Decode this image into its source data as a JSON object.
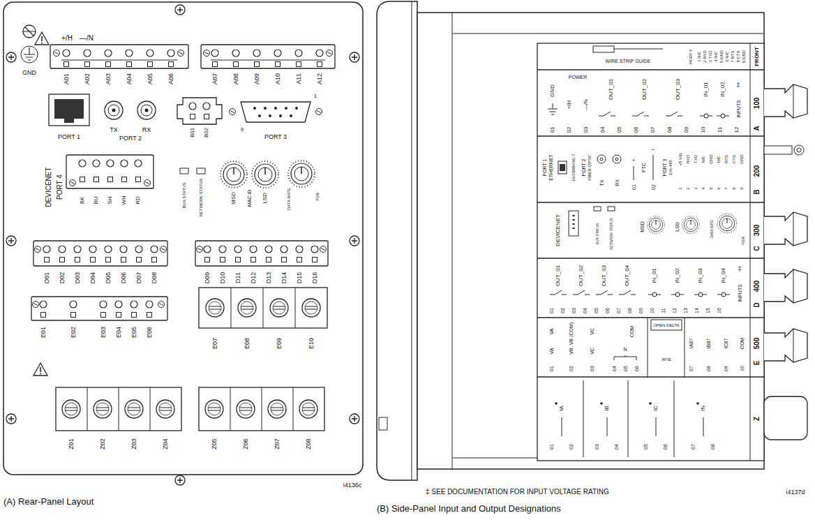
{
  "diagram": {
    "labels": [
      "+/H",
      "—/N",
      "GND",
      "A01",
      "A02",
      "A03",
      "A04",
      "A05",
      "A06",
      "A07",
      "A08",
      "A09",
      "A10",
      "A11",
      "A12",
      "PORT 1",
      "TX",
      "RX",
      "PORT 2",
      "B01",
      "B02",
      "9",
      "1",
      "PORT 3",
      "DEVICENET",
      "PORT 4",
      "BK",
      "BU",
      "SH",
      "WH",
      "RD",
      "BUS STATUS",
      "NETWORK STATUS",
      "MSD",
      "MAC ID",
      "LSD",
      "DATA RATE",
      "PGM",
      "D01",
      "D02",
      "D03",
      "D04",
      "D05",
      "D06",
      "D07",
      "D08",
      "D09",
      "D10",
      "D11",
      "D12",
      "D13",
      "D14",
      "D15",
      "D16",
      "E01",
      "E02",
      "E03",
      "E04",
      "E05",
      "E06",
      "E07",
      "E08",
      "E09",
      "E10",
      "Z01",
      "Z02",
      "Z03",
      "Z04",
      "Z05",
      "Z06",
      "Z07",
      "Z08",
      "i4136c",
      "(A) Rear-Panel Layout",
      "FRONT",
      "100",
      "A",
      "200",
      "B",
      "300",
      "C",
      "400",
      "D",
      "500",
      "E",
      "Z",
      "WIRE STRIP GUIDE",
      "PORT F",
      "1 N/C",
      "2 RXD",
      "3 TXD",
      "4 N/C",
      "5 GND",
      "6 N/C",
      "7 RTS",
      "8 CTS",
      "9 GND",
      "GND",
      "POWER",
      "+/H",
      "—/N",
      "OUT_01",
      "OUT_02",
      "OUT_03",
      "IN_01",
      "IN_02",
      "‡",
      "INPUTS",
      "01",
      "02",
      "03",
      "04",
      "05",
      "06",
      "07",
      "08",
      "09",
      "10",
      "11",
      "12",
      "PORT 1",
      "ETHERNET",
      "10/100BASE-T",
      "PORT 2",
      "FIBER OPTIC",
      "TX",
      "RX",
      "+",
      "PTC",
      "01",
      "02",
      "−",
      "PORT 3",
      "EIA-485",
      "+5 Vdc",
      "RXD",
      "TXD",
      "N/C",
      "GND",
      "N/C",
      "RTS",
      "CTS",
      "GND",
      "1",
      "2",
      "3",
      "4",
      "5",
      "6",
      "7",
      "8",
      "9",
      "DEVICENET",
      "BUS STATUS",
      "NETWORK STATUS",
      "MSD",
      "LSD",
      "DATA RATE",
      "PGM",
      "OUT_01",
      "OUT_02",
      "OUT_03",
      "OUT_04",
      "IN_01",
      "IN_02",
      "IN_03",
      "IN_04",
      "‡",
      "INPUTS",
      "01",
      "02",
      "03",
      "04",
      "05",
      "06",
      "07",
      "08",
      "09",
      "10",
      "11",
      "12",
      "13",
      "14",
      "15",
      "16",
      "VA",
      "VB (COM)",
      "VC",
      "COM",
      "OPEN DELTA",
      "WYE",
      "01",
      "VA",
      "02",
      "VB",
      "03",
      "VC",
      "04",
      "05",
      "06",
      "N",
      "IA87",
      "IB87",
      "IC87",
      "COM",
      "07",
      "08",
      "09",
      "10",
      "IA",
      "01",
      "02",
      "IB",
      "03",
      "04",
      "IC",
      "05",
      "06",
      "IN",
      "07",
      "08",
      "‡ SEE DOCUMENTATION FOR INPUT VOLTAGE RATING",
      "i4137d",
      "(B) Side-Panel Input and Output Designations"
    ]
  }
}
